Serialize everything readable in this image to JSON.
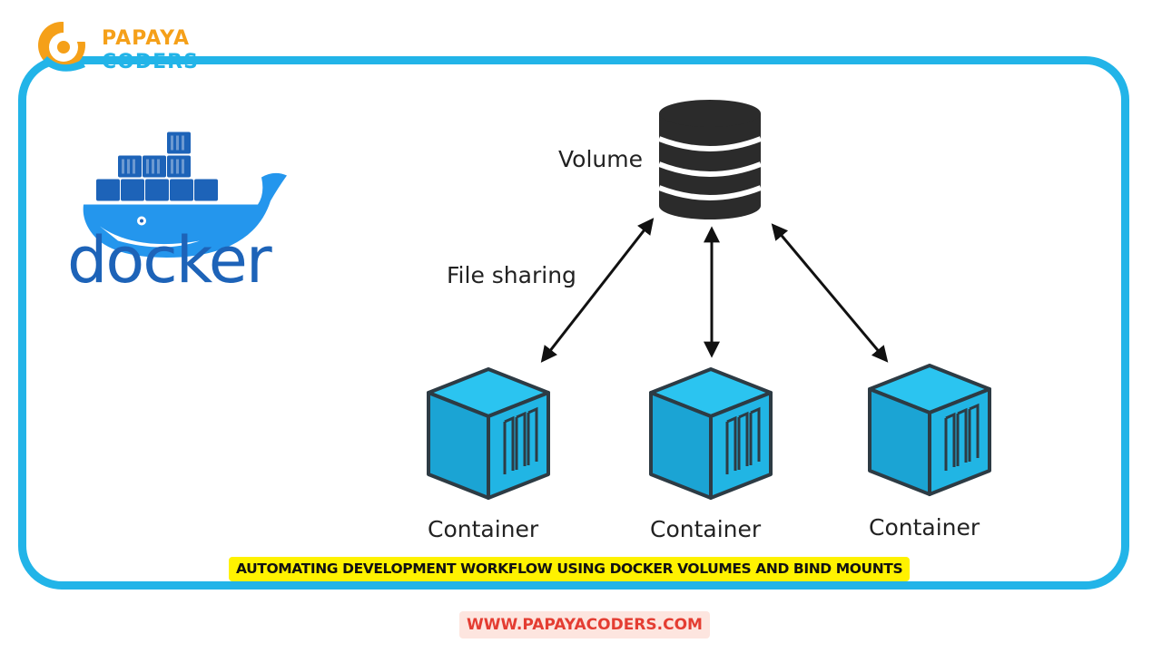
{
  "brand": {
    "line1": "PAPAYA",
    "line2": "CODERS",
    "colors": {
      "orange": "#f5a019",
      "blue": "#22b4e8"
    }
  },
  "logo": {
    "wordmark": "docker",
    "icon": "docker-whale-icon",
    "color": "#1d63b8"
  },
  "diagram": {
    "volume_label": "Volume",
    "edge_label": "File sharing",
    "containers": [
      {
        "label": "Container"
      },
      {
        "label": "Container"
      },
      {
        "label": "Container"
      }
    ],
    "colors": {
      "volume": "#2b2b2b",
      "container": "#22b8e6",
      "container_dark": "#0d7fa8"
    }
  },
  "banner": {
    "text": "AUTOMATING DEVELOPMENT WORKFLOW USING DOCKER VOLUMES AND BIND MOUNTS"
  },
  "footer": {
    "url": "WWW.PAPAYACODERS.COM"
  },
  "frame_color": "#22b4e8"
}
